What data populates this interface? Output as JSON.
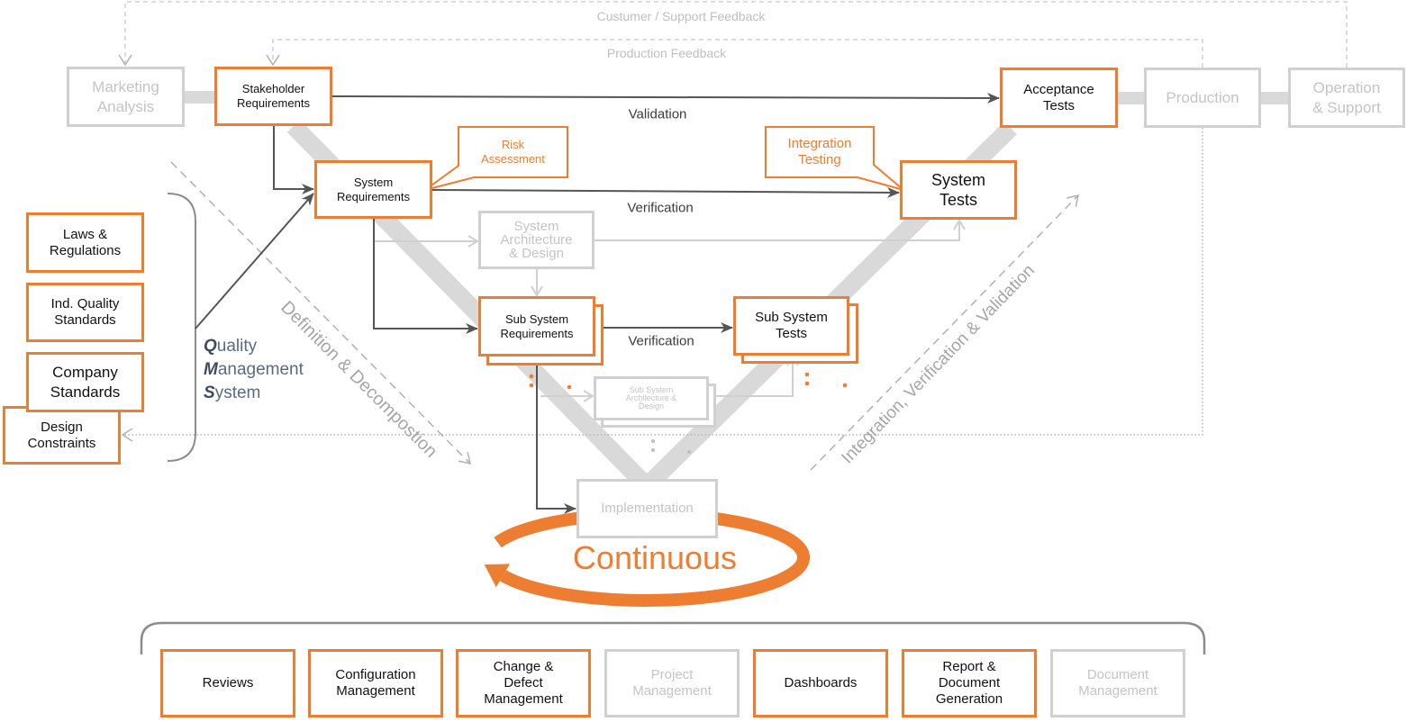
{
  "colors": {
    "accent": "#ED7D31",
    "inactive_border": "#D0D0D0",
    "inactive_text": "#C4C4C4",
    "arrow": "#555555"
  },
  "feedback": {
    "customer_support": "Custumer / Support Feedback",
    "production": "Production Feedback"
  },
  "lifecycle": {
    "marketing_analysis": "Marketing\nAnalysis",
    "production": "Production",
    "operation_support": "Operation\n& Support"
  },
  "v_model": {
    "stakeholder_requirements": "Stakeholder\nRequirements",
    "acceptance_tests": "Acceptance\nTests",
    "system_requirements": "System\nRequirements",
    "system_tests": "System\nTests",
    "system_architecture_design": "System\nArchitecture\n& Design",
    "subsystem_requirements": "Sub System\nRequirements",
    "subsystem_tests": "Sub System\nTests",
    "subsystem_architecture_design": "Sub System\nArchitecture &\nDesign",
    "implementation": "Implementation",
    "continuous": "Continuous"
  },
  "callouts": {
    "risk_assessment": "Risk\nAssessment",
    "integration_testing": "Integration\nTesting"
  },
  "edge_labels": {
    "validation": "Validation",
    "system_verification": "Verification",
    "subsystem_verification": "Verification"
  },
  "phase_labels": {
    "definition": "Definition & Decompostion",
    "integration": "Integration, Verification & Validation"
  },
  "inputs": {
    "laws_regulations": "Laws &\nRegulations",
    "quality_standards": "Ind. Quality\nStandards",
    "company_standards": "Company\nStandards",
    "design_constraints": "Design\nConstraints"
  },
  "qms": {
    "line1": "Quality",
    "line2": "Management",
    "line3": "System"
  },
  "tools": [
    {
      "label": "Reviews"
    },
    {
      "label": "Configuration\nManagement"
    },
    {
      "label": "Change &\nDefect\nManagement"
    },
    {
      "label": "Project\nManagement"
    },
    {
      "label": "Dashboards"
    },
    {
      "label": "Report &\nDocument\nGeneration"
    },
    {
      "label": "Document\nManagement"
    }
  ]
}
